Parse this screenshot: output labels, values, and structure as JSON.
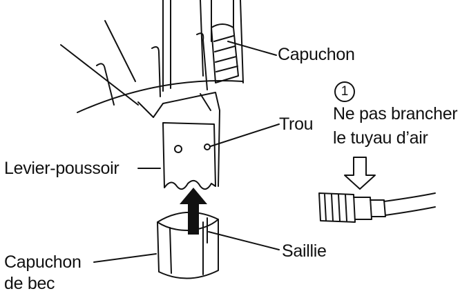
{
  "labels": {
    "capuchon": "Capuchon",
    "trou": "Trou",
    "levier_poussoir": "Levier-poussoir",
    "saillie": "Saillie",
    "capuchon_de_bec_line1": "Capuchon",
    "capuchon_de_bec_line2": "de bec"
  },
  "note": {
    "number": "1",
    "line1": "Ne pas brancher",
    "line2": "le tuyau d’air"
  }
}
